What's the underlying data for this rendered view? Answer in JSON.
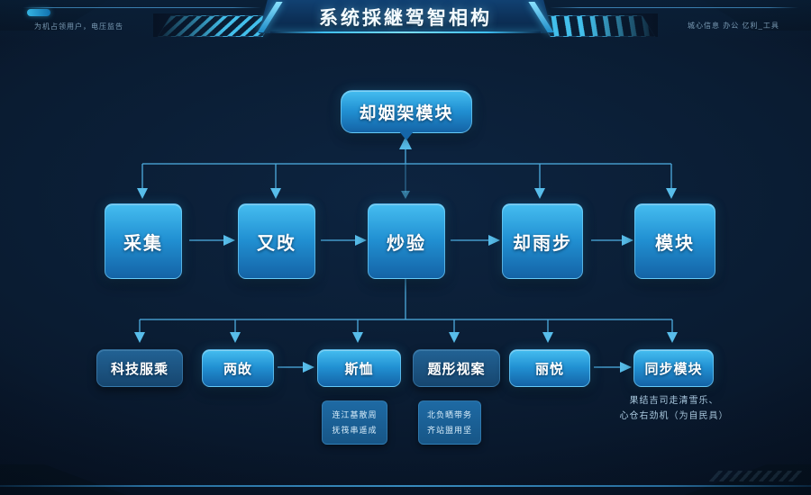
{
  "header": {
    "title": "系统採継驾智相构",
    "top_left_text": "为机占领用户，电压监告",
    "top_right_text": "城心信息 办公 亿利_工具"
  },
  "top_node": {
    "label": "却姻架模块"
  },
  "row2": {
    "boxes": [
      {
        "label": "采集"
      },
      {
        "label": "又攺"
      },
      {
        "label": "炒验"
      },
      {
        "label": "却雨步"
      },
      {
        "label": "模块"
      }
    ]
  },
  "row3": {
    "boxes": [
      {
        "label": "科技服乘",
        "style": "dark"
      },
      {
        "label": "两敀",
        "style": "bright"
      },
      {
        "label": "斯恤",
        "style": "bright"
      },
      {
        "label": "题彤视案",
        "style": "dark"
      },
      {
        "label": "丽悦",
        "style": "bright"
      },
      {
        "label": "同步模块",
        "style": "bright"
      }
    ]
  },
  "sub_boxes": [
    {
      "line1": "连江基散周",
      "line2": "抚筏串遥成"
    },
    {
      "line1": "北负晒带务",
      "line2": "齐站盟用坚"
    }
  ],
  "annotation": {
    "line1": "果结吉司走清雪乐、",
    "line2": "心仓右劲机（为自民具）"
  },
  "colors": {
    "accent": "#35b5ef",
    "wire": "#4aa6d8",
    "background": "#0a1c32",
    "node_top": "#45bdf0",
    "node_bottom": "#1463a6"
  }
}
